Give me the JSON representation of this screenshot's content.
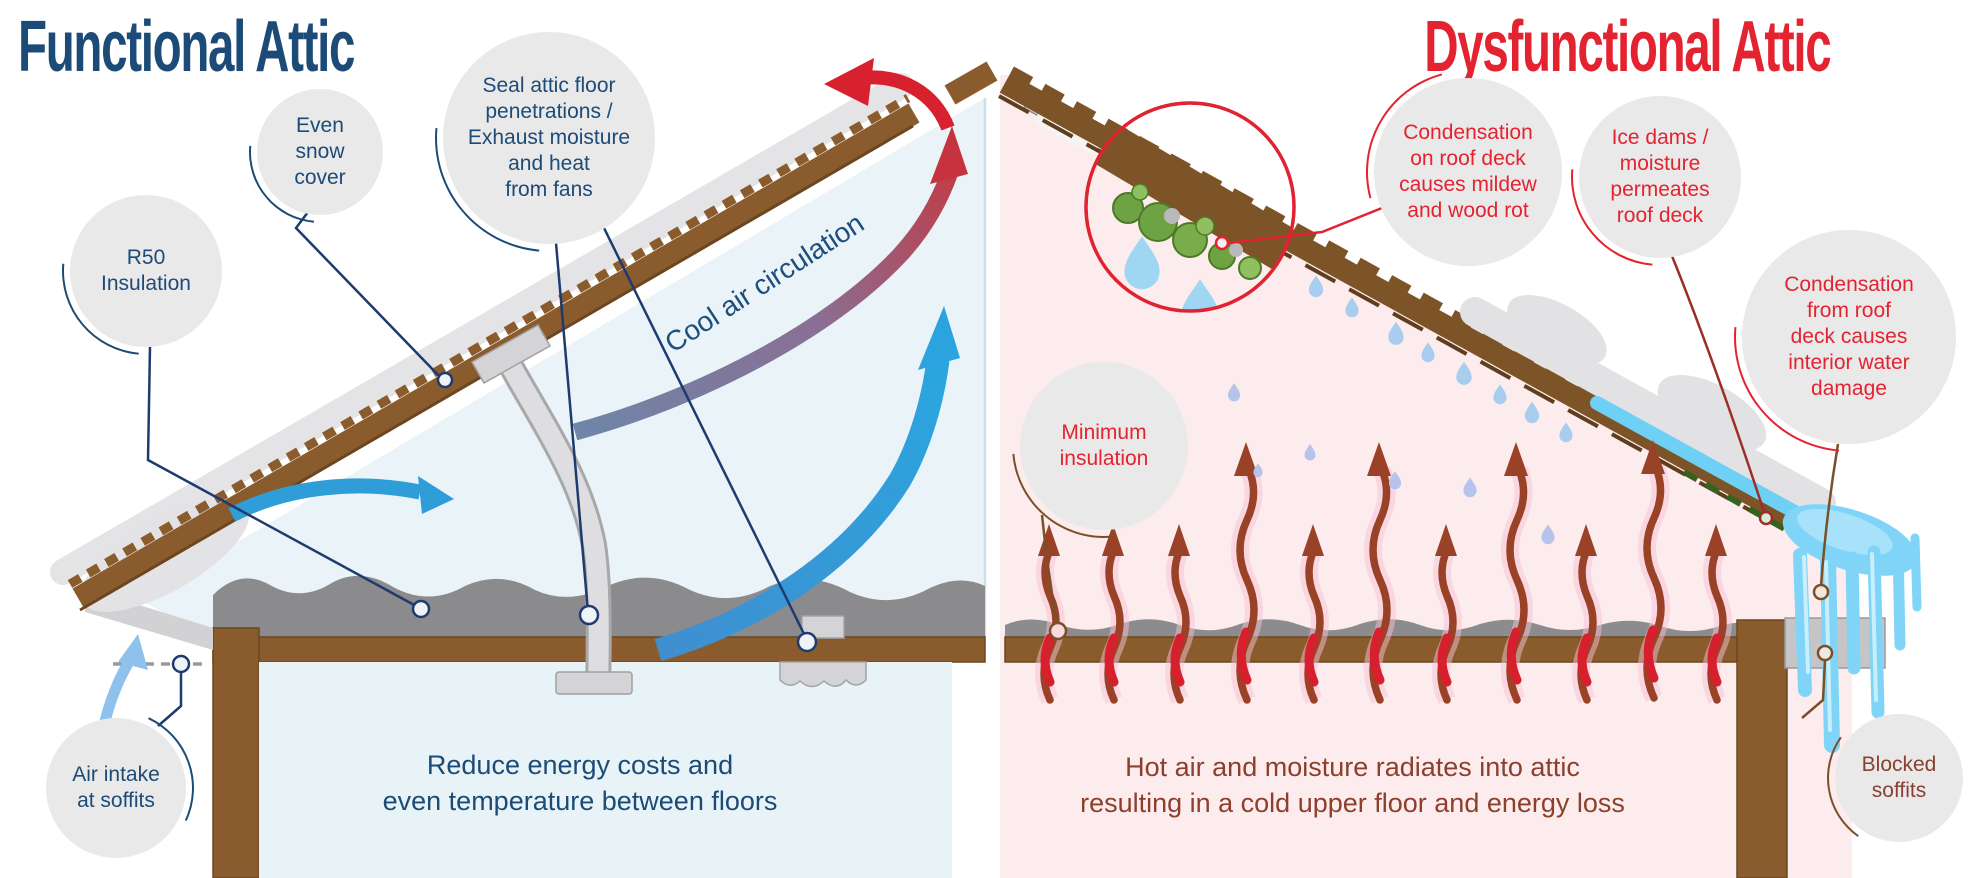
{
  "left_panel": {
    "title": "Functional Attic",
    "callouts": {
      "even_snow": "Even\nsnow\ncover",
      "seal_floor": "Seal attic floor\npenetrations /\nExhaust moisture\nand heat\nfrom fans",
      "r50": "R50\nInsulation",
      "air_intake": "Air intake\nat soffits"
    },
    "flow_label": "Cool air circulation",
    "caption": "Reduce energy costs and\neven temperature between floors"
  },
  "right_panel": {
    "title": "Dysfunctional Attic",
    "callouts": {
      "condensation_mildew": "Condensation\non roof deck\ncauses mildew\nand wood rot",
      "ice_dams": "Ice dams /\nmoisture\npermeates\nroof deck",
      "condensation_damage": "Condensation\nfrom roof\ndeck causes\ninterior water\ndamage",
      "minimum_insulation": "Minimum\ninsulation",
      "blocked_soffits": "Blocked\nsoffits"
    },
    "caption": "Hot air and moisture radiates into attic\nresulting in a cold upper floor and energy loss"
  },
  "colors": {
    "navy": "#1d4b77",
    "red": "#e42330",
    "maroon": "#8a4030",
    "bubble_gray": "#e9e9e9",
    "attic_blue": "#e9f3f8",
    "room_blue": "#e7f3f7",
    "attic_pink": "#fceced",
    "roof_brown": "#8a5c2d",
    "insulation_gray": "#8b8b8d",
    "arrow_blue": "#2d9fd9",
    "arrow_red": "#d7212e",
    "ice_blue": "#7fd4f7"
  }
}
